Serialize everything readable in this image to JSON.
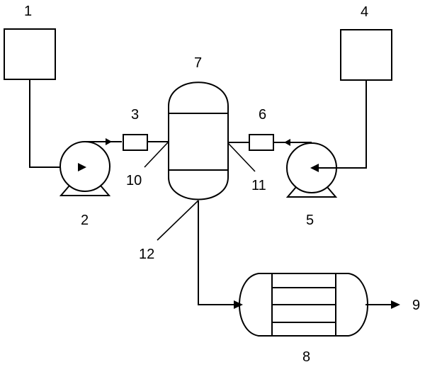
{
  "labels": {
    "tank_left": "1",
    "pump_left": "2",
    "filter_left": "3",
    "tank_right": "4",
    "pump_right": "5",
    "filter_right": "6",
    "reactor": "7",
    "heat_exchanger": "8",
    "outlet": "9",
    "inlet_left": "10",
    "inlet_right": "11",
    "bottom_outlet": "12"
  }
}
